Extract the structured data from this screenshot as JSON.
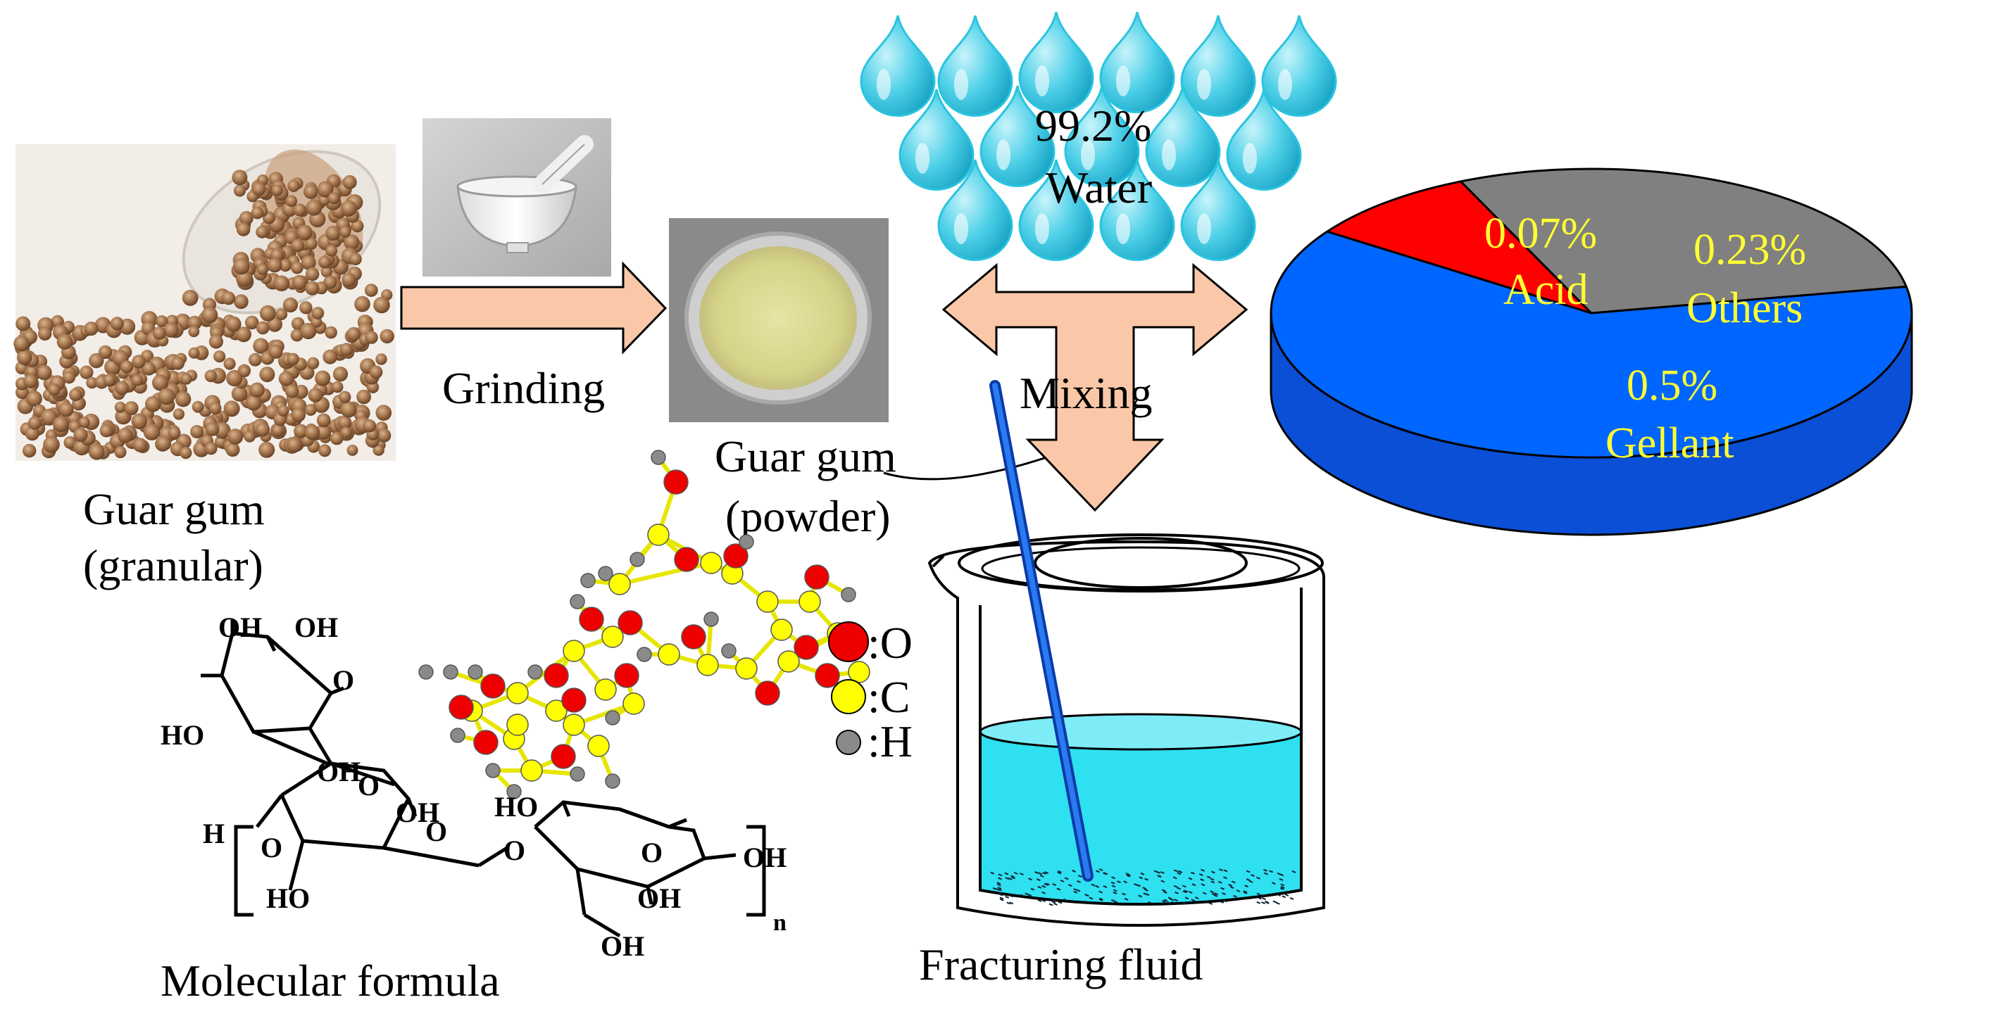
{
  "labels": {
    "guar_granular_line1": "Guar gum",
    "guar_granular_line2": "(granular)",
    "grinding": "Grinding",
    "guar_powder_line1": "Guar gum",
    "guar_powder_line2": "(powder)",
    "water_percent": "99.2%",
    "water": "Water",
    "mixing": "Mixing",
    "molecular_formula": "Molecular formula",
    "fracturing_fluid": "Fracturing fluid"
  },
  "legend": [
    {
      "symbol": ":O",
      "color": "#ee0000"
    },
    {
      "symbol": ":C",
      "color": "#ffff00"
    },
    {
      "symbol": ":H",
      "color": "#8a8a8a"
    }
  ],
  "chem_labels": {
    "oh1": "OH",
    "oh2": "OH",
    "o_ring1": "O",
    "ho1": "HO",
    "oh3": "OH",
    "o_link1": "O",
    "h_end": "H",
    "o_end": "O",
    "oh4": "OH",
    "o_ring2": "O",
    "ho2": "HO",
    "o_link2": "O",
    "ho3": "HO",
    "o_ring3": "O",
    "oh5": "OH",
    "oh6": "OH",
    "oh7": "OH",
    "n_sub": "n"
  },
  "chart_data": {
    "type": "pie",
    "slices": [
      {
        "percent_label": "0.07%",
        "name": "Acid",
        "value": 0.07,
        "color": "#ff0000"
      },
      {
        "percent_label": "0.23%",
        "name": "Others",
        "value": 0.23,
        "color": "#808080"
      },
      {
        "percent_label": "0.5%",
        "name": "Gellant",
        "value": 0.5,
        "color": "#0066ff"
      }
    ],
    "colors": {
      "side": "#0a4fd6",
      "label_text": "#ffff33",
      "arrow_fill": "#fac8a8",
      "water_drop": "#29c4df",
      "beaker_fluid": "#2ee0f0"
    }
  }
}
